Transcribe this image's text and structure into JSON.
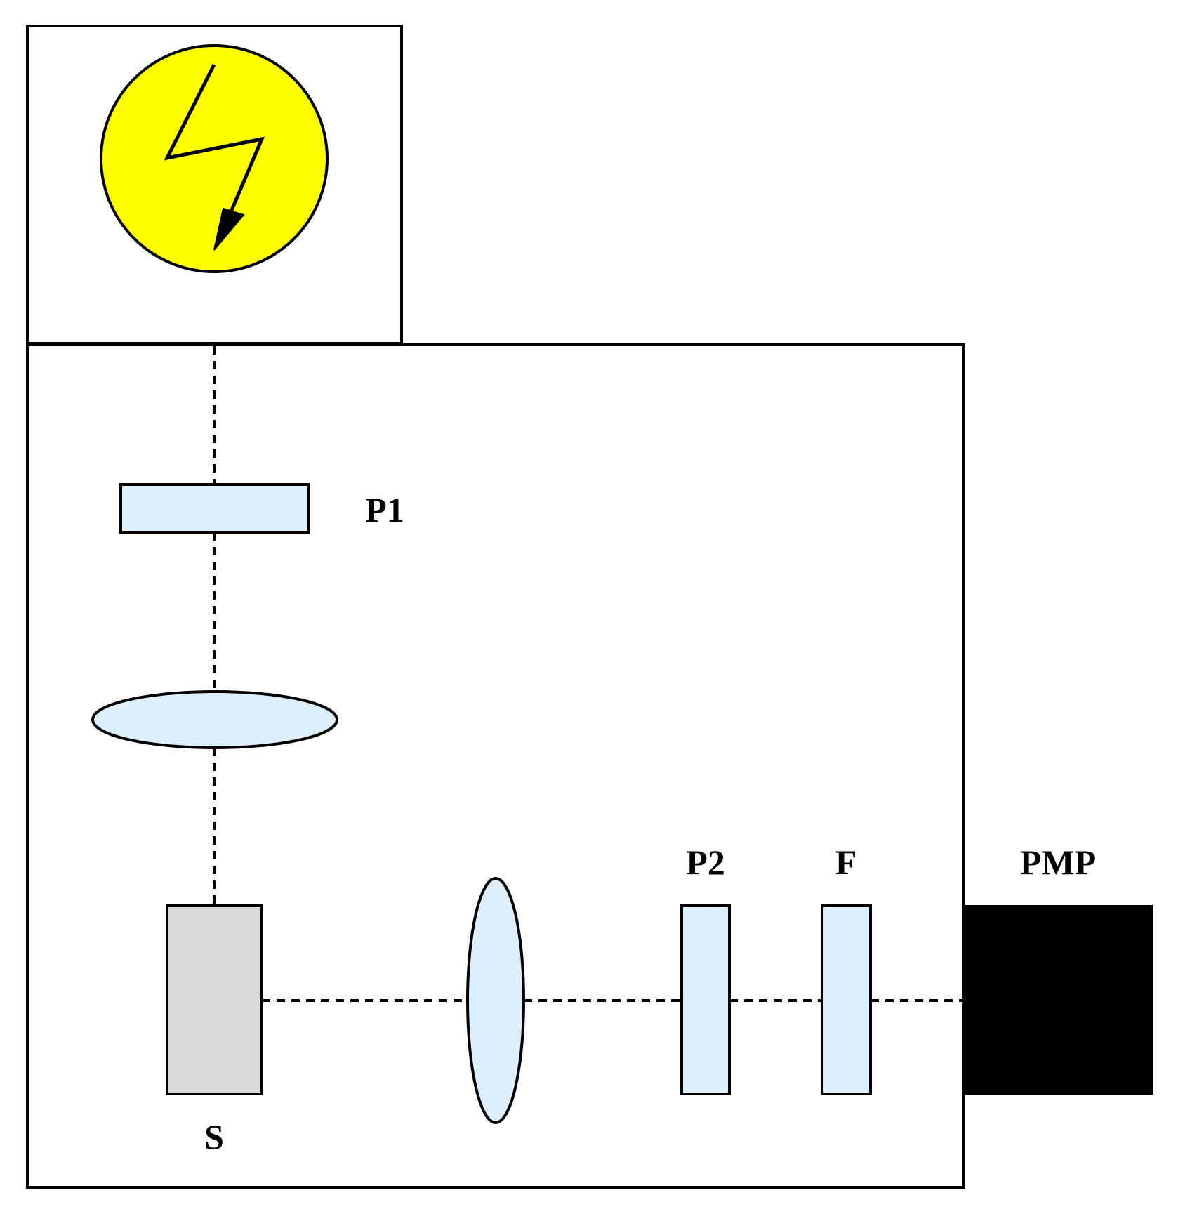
{
  "labels": {
    "polarizer1": "P1",
    "polarizer2": "P2",
    "filter": "F",
    "detector": "PMP",
    "sample": "S"
  },
  "colors": {
    "lamp": "#ffff00",
    "optic": "#ddeefc",
    "sample": "#d9d9d9",
    "detector": "#000000",
    "line": "#000000"
  },
  "icons": {
    "lamp": "lightning-bolt-icon"
  }
}
